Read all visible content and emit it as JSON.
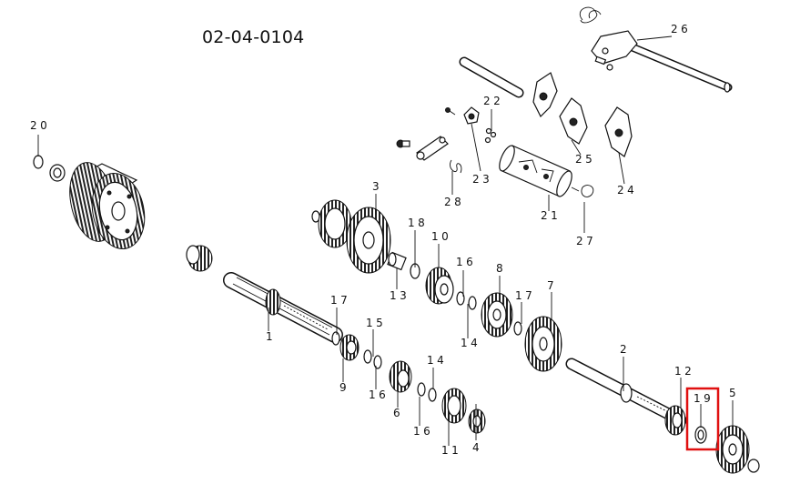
{
  "diagram_id": "02-04-0104",
  "callouts": [
    "1",
    "2",
    "3",
    "4",
    "5",
    "6",
    "7",
    "8",
    "9",
    "10",
    "11",
    "12",
    "13",
    "14",
    "15",
    "16",
    "16",
    "16",
    "17",
    "17",
    "18",
    "19",
    "20",
    "21",
    "22",
    "23",
    "24",
    "25",
    "26",
    "27",
    "28"
  ],
  "highlighted_callout": "19",
  "highlight_color": "#e01010"
}
